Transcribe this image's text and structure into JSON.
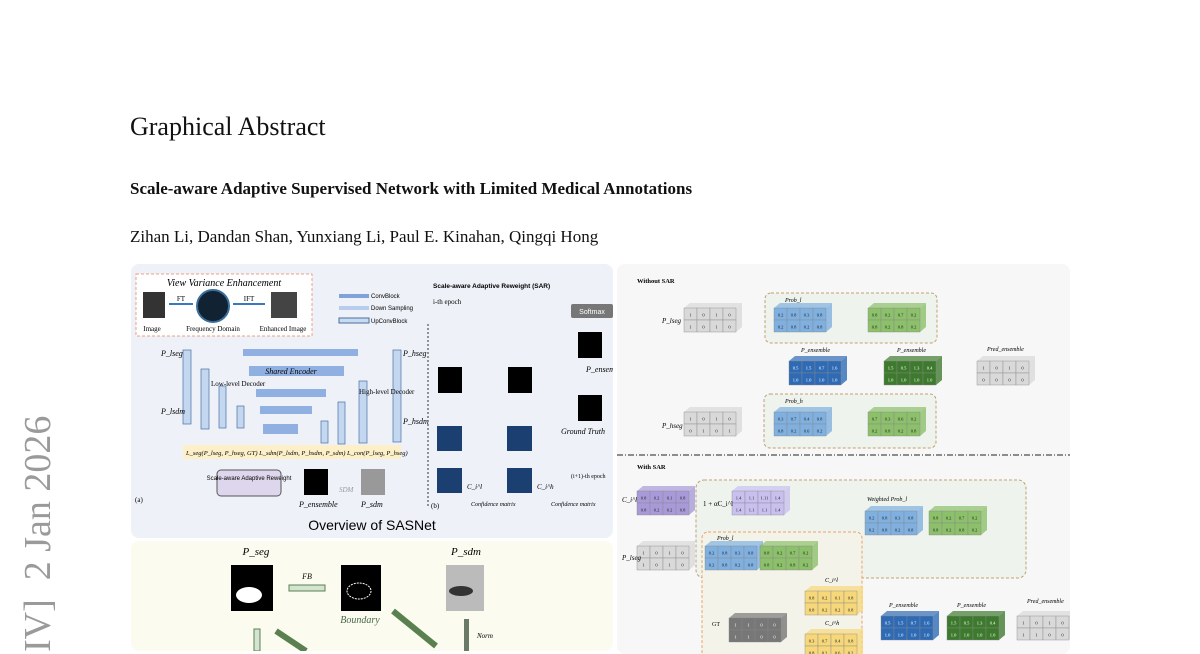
{
  "page": {
    "heading": "Graphical Abstract",
    "title": "Scale-aware Adaptive Supervised Network with Limited Medical Annotations",
    "authors": "Zihan Li, Dandan Shan, Yunxiang Li, Paul E. Kinahan, Qingqi Hong",
    "arxiv_stamp": "IV]  2 Jan 2026"
  },
  "overview": {
    "caption": "Overview of SASNet",
    "vve_title": "View Variance Enhancement",
    "image": "Image",
    "freq": "Frequency Domain",
    "enhanced": "Enhanced Image",
    "ft": "FT",
    "ift": "IFT",
    "legend": [
      "ConvBlock",
      "Down Sampling",
      "UpConvBlock"
    ],
    "shared_encoder": "Shared Encoder",
    "low_decoder": "Low-level Decoder",
    "high_decoder": "High-level Decoder",
    "p_lseg": "P_lseg",
    "p_lsdm": "P_lsdm",
    "p_hseg": "P_hseg",
    "p_hsdm": "P_hsdm",
    "losses": "L_seg(P_lseg, P_hseg, GT)   L_sdm(P_lsdm, P_hsdm, P_sdm)   L_con(P_lseg, P_hseg)",
    "sar_block": "Scale-aware Adaptive Reweight",
    "p_ensemble": "P_ensemble",
    "sdm": "SDM",
    "p_sdm": "P_sdm",
    "label_a": "(a)",
    "label_b": "(b)",
    "sar_title": "Scale-aware Adaptive Reweight (SAR)",
    "epoch_i": "i-th epoch",
    "epoch_next": "(i+1)-th epoch",
    "softmax": "Softmax",
    "ground_truth": "Ground Truth",
    "confidence": "Confidence matrix",
    "c_l": "C_i^l",
    "c_h": "C_i^h"
  },
  "sdm_panel": {
    "p_seg": "P_seg",
    "fb": "FB",
    "boundary": "Boundary",
    "p_sdm": "P_sdm",
    "norm": "Norm"
  },
  "sar_panel": {
    "without": "Without SAR",
    "with": "With SAR",
    "p_lseg": "P_lseg",
    "p_hseg": "P_hseg",
    "prob_l": "Prob_l",
    "prob_h": "Prob_h",
    "p_ensemble": "P_ensemble",
    "pred_ensemble": "Pred_ensemble",
    "weighted_prob": "Weighted Prob_l",
    "one_plus": "1 + αC_i^l",
    "gt": "GT",
    "c_l": "C_i^l",
    "c_h": "C_i^h",
    "lseg_vals": [
      "1",
      "0",
      "1",
      "0",
      "1",
      "0",
      "1",
      "0"
    ],
    "hseg_vals": [
      "1",
      "0",
      "1",
      "0",
      "0",
      "1",
      "0",
      "1"
    ],
    "prob_l_c0": [
      "0.2",
      "0.8",
      "0.3",
      "0.8",
      "0.2",
      "0.8",
      "0.2",
      "0.8"
    ],
    "prob_l_c1": [
      "0.8",
      "0.2",
      "0.7",
      "0.2",
      "0.8",
      "0.2",
      "0.8",
      "0.2"
    ],
    "prob_h_c0": [
      "0.3",
      "0.7",
      "0.4",
      "0.8",
      "0.8",
      "0.2",
      "0.6",
      "0.2"
    ],
    "prob_h_c1": [
      "0.7",
      "0.3",
      "0.6",
      "0.2",
      "0.2",
      "0.8",
      "0.2",
      "0.8"
    ],
    "ens_c0": [
      "0.5",
      "1.5",
      "0.7",
      "1.6",
      "1.0",
      "1.0",
      "1.0",
      "1.0"
    ],
    "ens_c1": [
      "1.5",
      "0.5",
      "1.3",
      "0.4",
      "1.0",
      "1.0",
      "1.0",
      "1.0"
    ],
    "pred_vals": [
      "1",
      "0",
      "1",
      "0",
      "0",
      "0",
      "0",
      "0"
    ],
    "c_l_vals": [
      "0.8",
      "0.2",
      "0.1",
      "0.8",
      "0.8",
      "0.2",
      "0.2",
      "0.8"
    ],
    "weight_vals": [
      "1.4",
      "1.1",
      "1.11",
      "1.4",
      "1.4",
      "1.1",
      "1.1",
      "1.4"
    ],
    "gt_vals": [
      "1",
      "1",
      "0",
      "0",
      "1",
      "1",
      "0",
      "0"
    ],
    "pred2_vals": [
      "1",
      "0",
      "1",
      "0",
      "1",
      "1",
      "0",
      "0"
    ],
    "colors": {
      "blue": "#7fb0e0",
      "green": "#8cc06a",
      "dark_blue": "#2f6bb5",
      "dark_green": "#3e7a2e",
      "purple": "#a89ad8",
      "yellow": "#f6d77a",
      "gray": "#d9d9d9"
    }
  }
}
